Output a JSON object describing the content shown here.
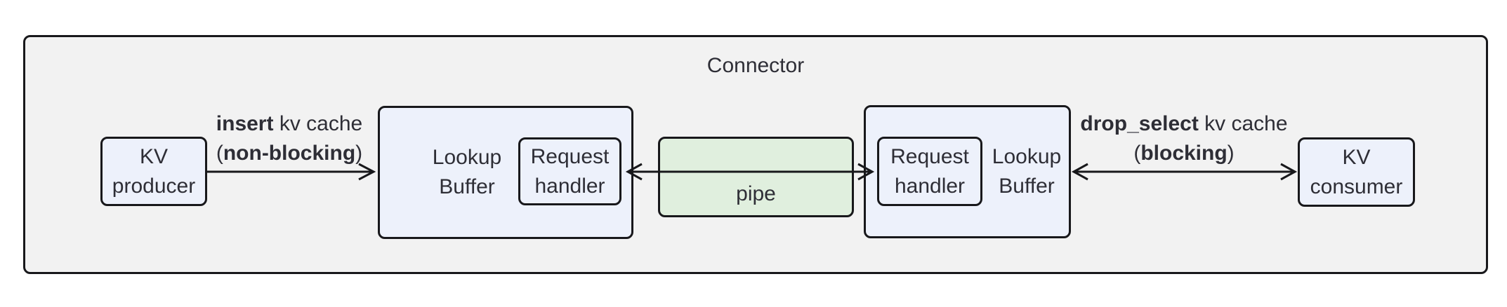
{
  "diagram": {
    "title": "Connector",
    "nodes": {
      "kv_producer": {
        "line1": "KV",
        "line2": "producer"
      },
      "lookup_buffer_left": {
        "line1": "Lookup",
        "line2": "Buffer"
      },
      "request_handler_left": {
        "line1": "Request",
        "line2": "handler"
      },
      "pipe": {
        "label": "pipe"
      },
      "request_handler_right": {
        "line1": "Request",
        "line2": "handler"
      },
      "lookup_buffer_right": {
        "line1": "Lookup",
        "line2": "Buffer"
      },
      "kv_consumer": {
        "line1": "KV",
        "line2": "consumer"
      }
    },
    "edges": {
      "insert": {
        "method": "insert",
        "suffix": " kv cache",
        "paren_open": "(",
        "mode": "non-blocking",
        "paren_close": ")",
        "direction": "right"
      },
      "drop_select": {
        "method": "drop_select",
        "suffix": " kv cache",
        "paren_open": "(",
        "mode": "blocking",
        "paren_close": ")",
        "direction": "both"
      },
      "pipe_link": {
        "direction": "both"
      }
    },
    "colors": {
      "container_fill": "#f2f2f2",
      "node_fill": "#edf1fb",
      "pipe_fill": "#e0efde",
      "border": "#18181b",
      "text": "#2e2e36"
    }
  }
}
